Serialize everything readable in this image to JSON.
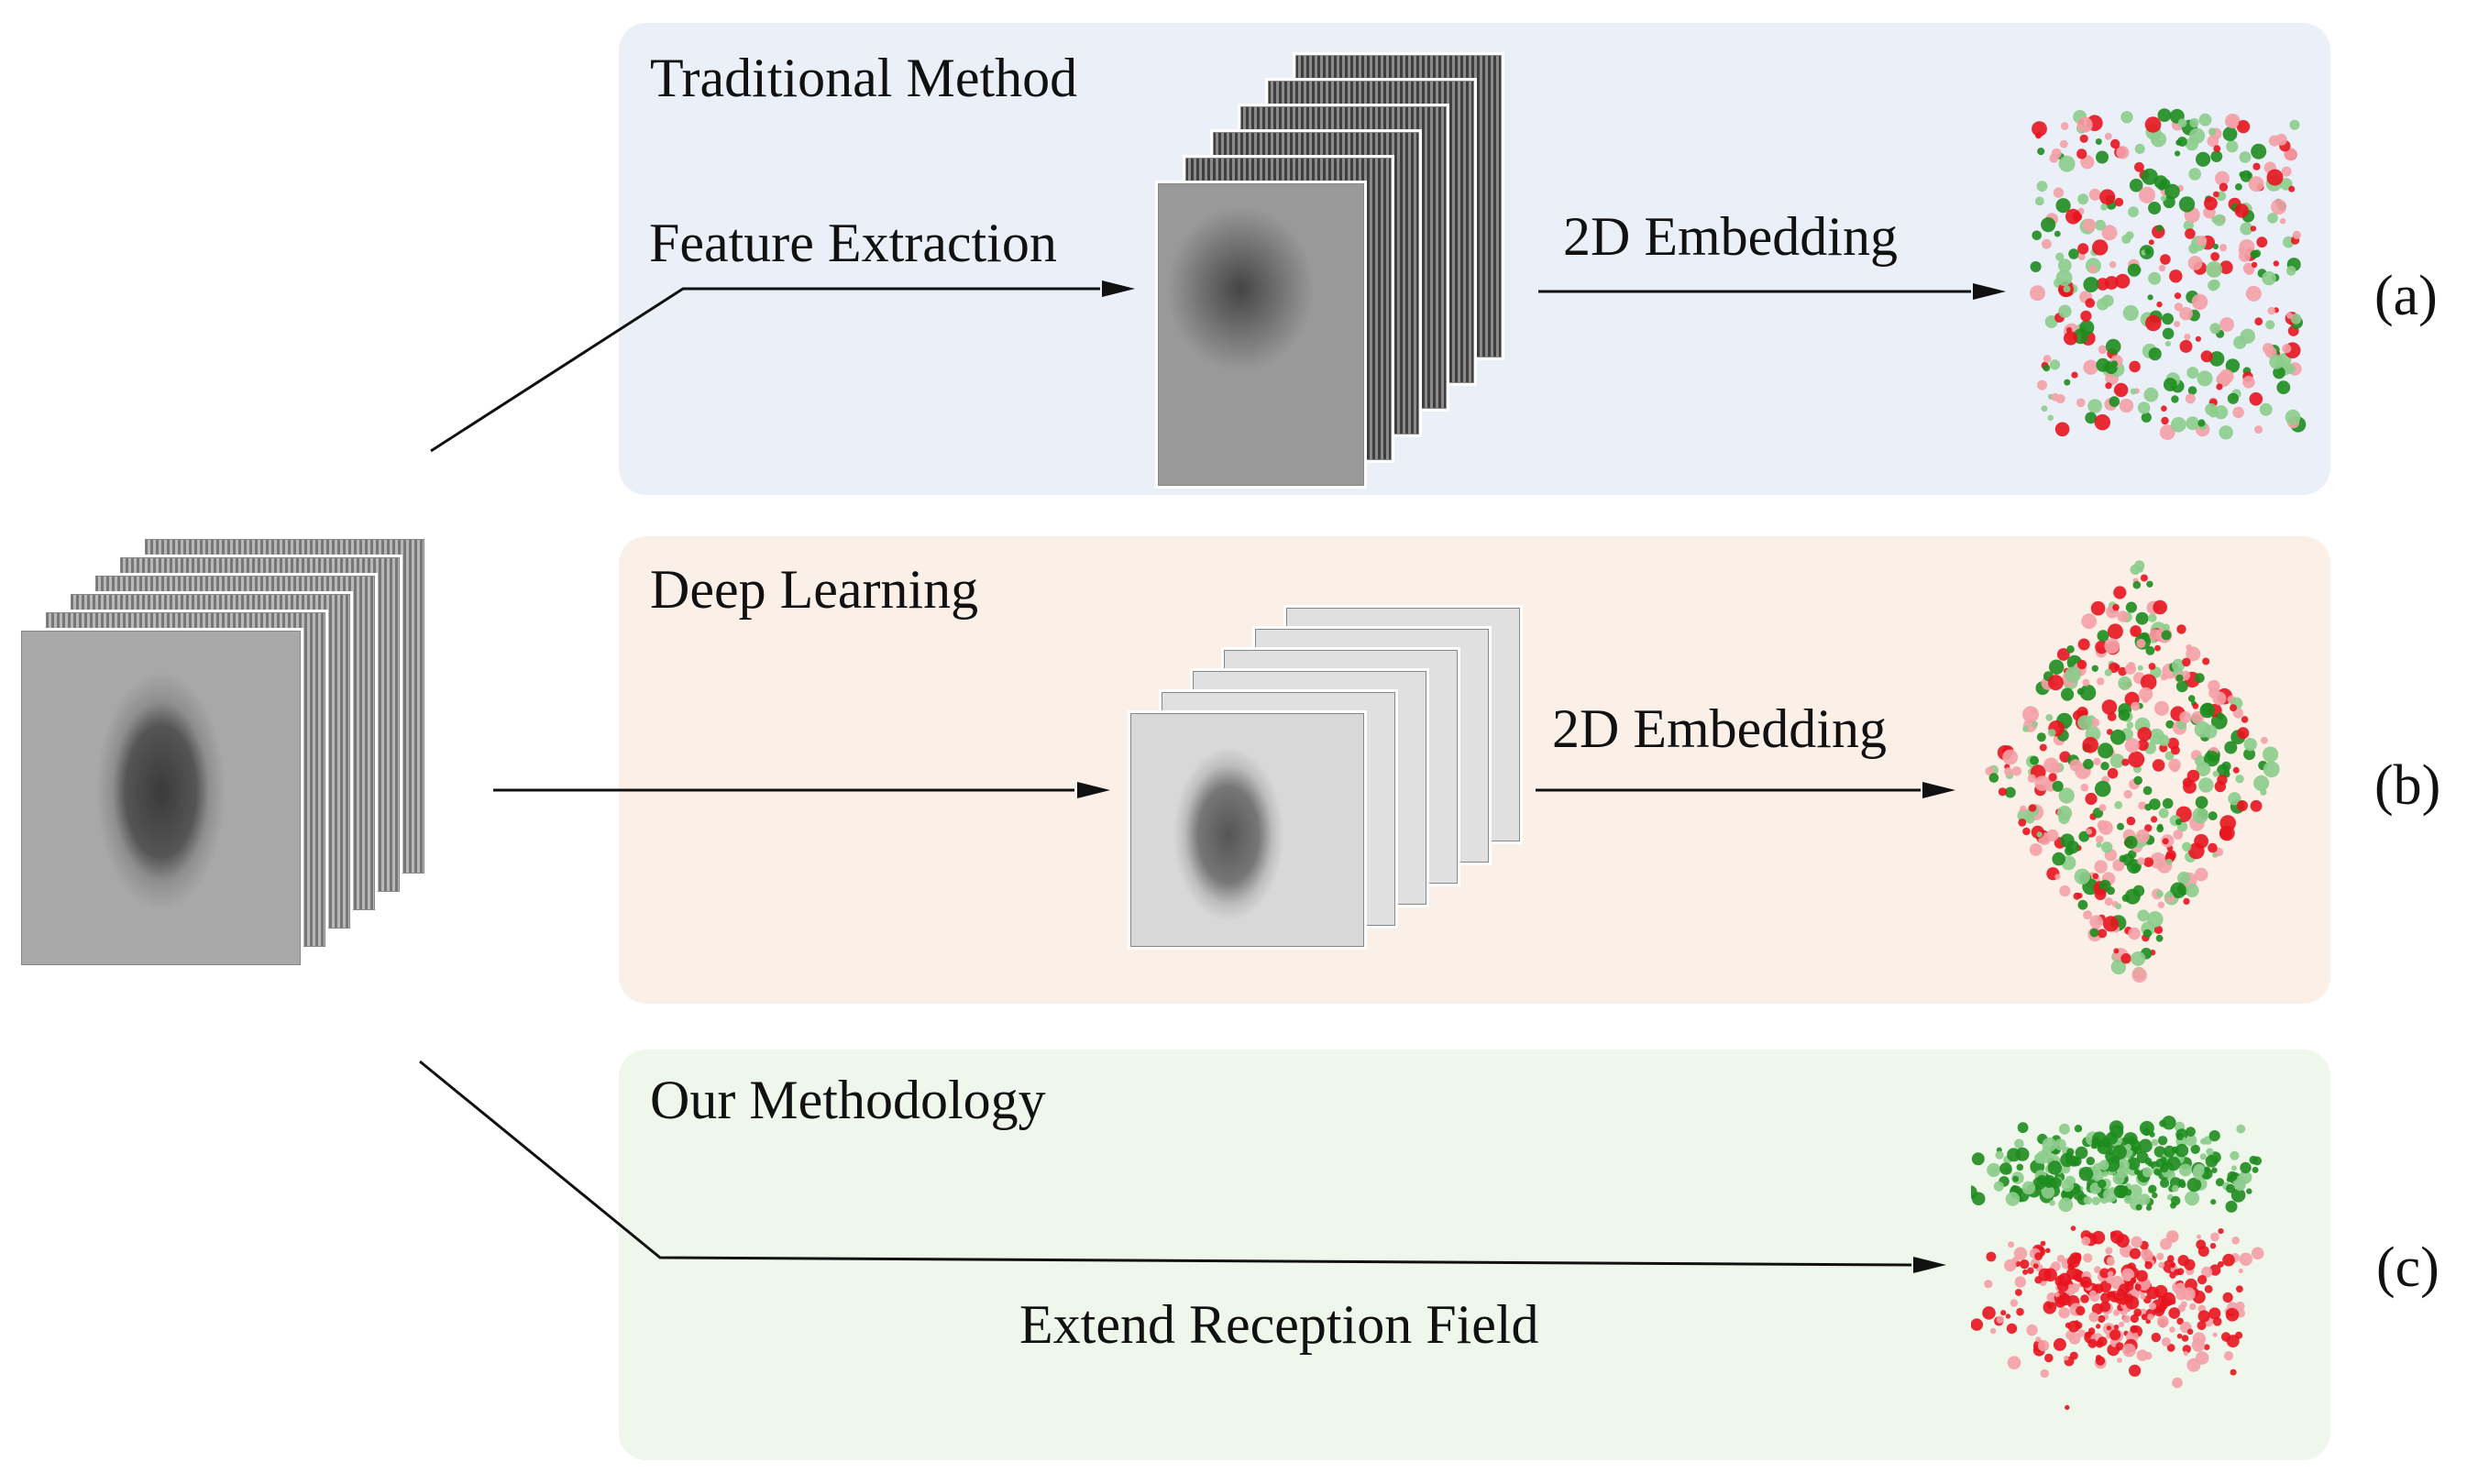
{
  "colors": {
    "panel_a": "#ebeff8",
    "panel_b": "#fbf0e8",
    "panel_c": "#eff6ec",
    "green_point": "#1e8c1e",
    "light_green_point": "#8ccc8c",
    "red_point": "#e8141e",
    "light_red_point": "#f4a0a6"
  },
  "panels": {
    "a": {
      "title": "Traditional Method",
      "arrow1_label": "Feature Extraction",
      "arrow2_label": "2D Embedding",
      "tag": "(a)"
    },
    "b": {
      "title": "Deep Learning",
      "arrow2_label": "2D Embedding",
      "tag": "(b)"
    },
    "c": {
      "title": "Our Methodology",
      "arrow_label": "Extend Reception Field",
      "tag": "(c)"
    }
  },
  "icons": {
    "input_stack": "fingerprint-image-stack-icon",
    "feature_stack": "fingerprint-feature-map-stack-icon",
    "deep_stack": "blurred-feature-map-stack-icon",
    "embedding": "scatter-embedding-icon"
  }
}
